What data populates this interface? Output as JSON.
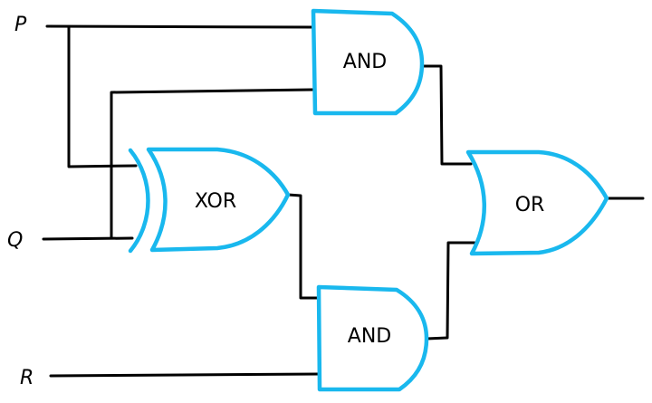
{
  "diagram": {
    "gate_color": "#19b8ee",
    "wire_color": "#000000",
    "inputs": {
      "p": "P",
      "q": "Q",
      "r": "R"
    },
    "gates": {
      "and_top": "AND",
      "xor": "XOR",
      "and_bottom": "AND",
      "or": "OR"
    }
  }
}
